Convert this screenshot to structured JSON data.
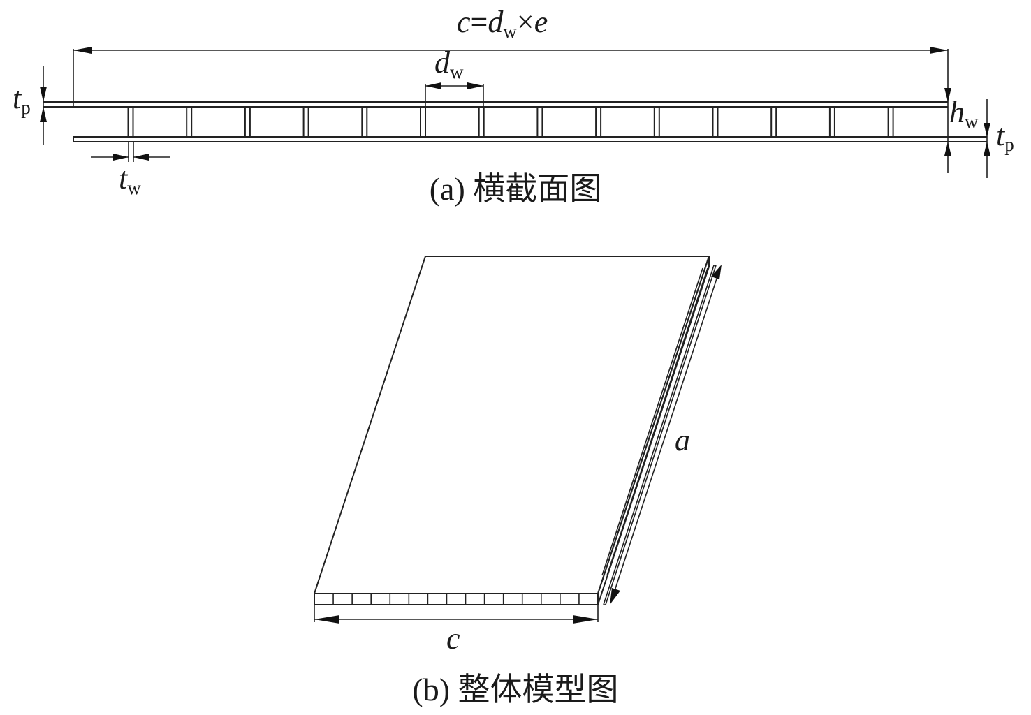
{
  "cross_section": {
    "dim_total": {
      "c": "c",
      "eq": "=",
      "d": "d",
      "w": "w",
      "times": "×",
      "e": "e"
    },
    "dim_spacing": {
      "d": "d",
      "w": "w"
    },
    "dim_web_thickness": {
      "t": "t",
      "w": "w"
    },
    "dim_top_plate": {
      "t": "t",
      "p": "p"
    },
    "dim_web_height": {
      "h": "h",
      "w": "w"
    },
    "dim_bottom_plate": {
      "t": "t",
      "p": "p"
    },
    "caption": "(a) 横截面图"
  },
  "overall_model": {
    "length_label": "a",
    "width_label": "c",
    "caption": "(b) 整体模型图"
  }
}
